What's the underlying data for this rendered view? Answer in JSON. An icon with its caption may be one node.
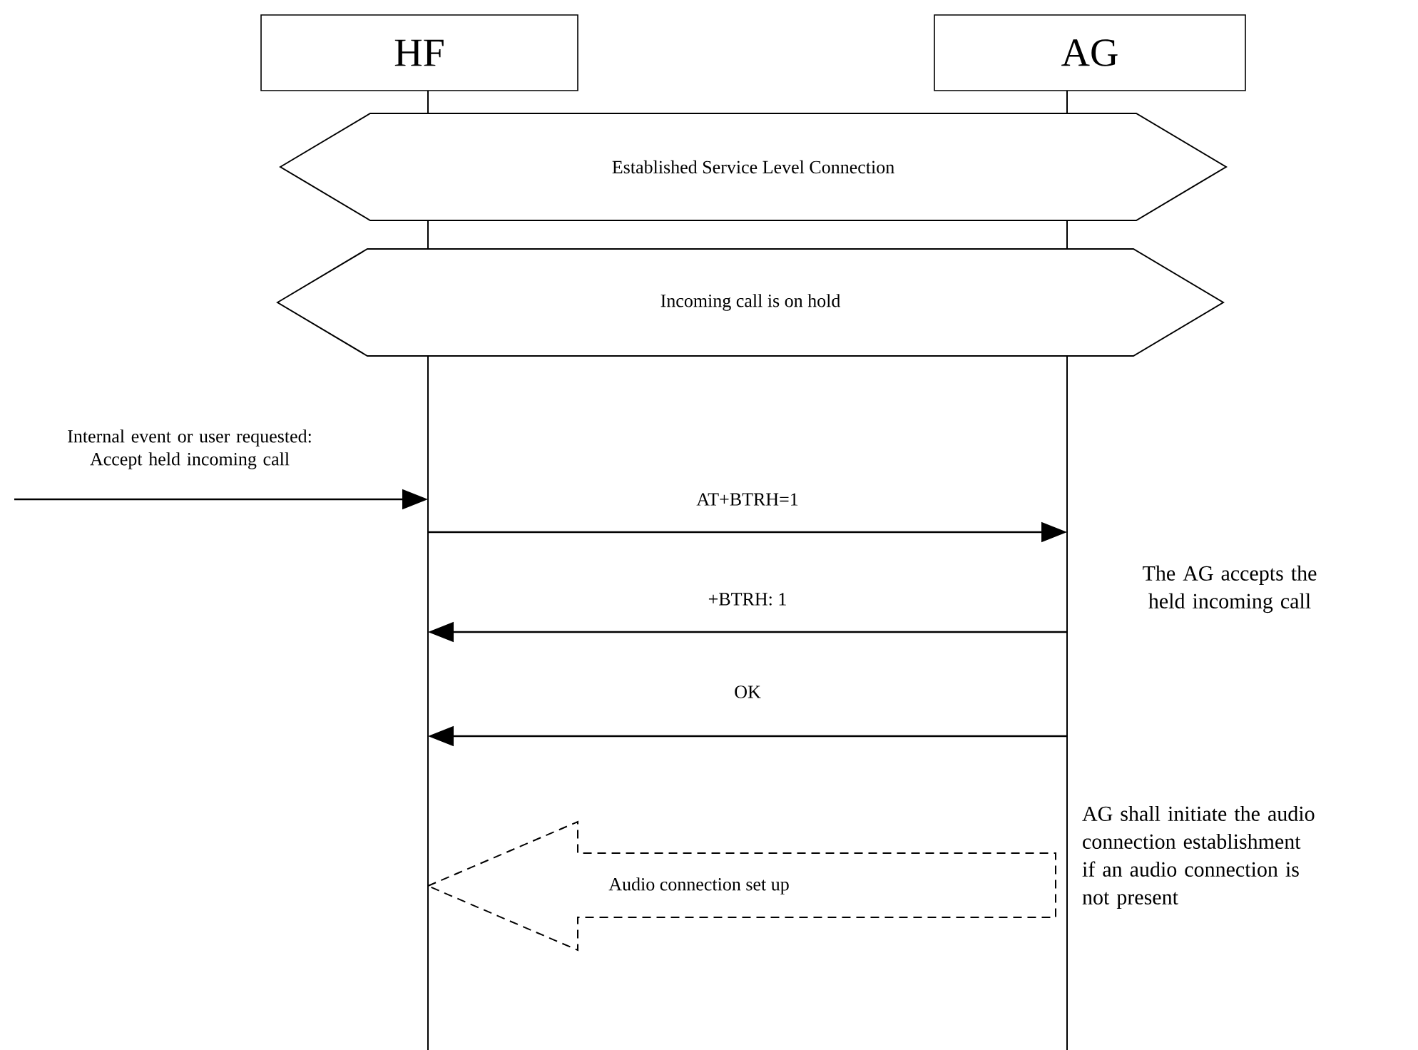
{
  "diagram": {
    "nodes": [
      {
        "text": [
          "HF"
        ]
      },
      {
        "text": [
          "AG"
        ]
      },
      {
        "text": [
          "Established Service Level Connection"
        ]
      },
      {
        "text": [
          "Incoming call is on hold"
        ]
      }
    ],
    "edges": [
      {
        "from": null,
        "to": 0,
        "arrow": "to",
        "label": "Internal event or user requested: Accept held incoming call"
      },
      {
        "from": 0,
        "to": 1,
        "arrow": "to",
        "label": "AT+BTRH=1"
      },
      {
        "from": 1,
        "to": 0,
        "arrow": "to",
        "label": "+BTRH: 1"
      },
      {
        "from": 1,
        "to": 0,
        "arrow": "to",
        "label": "OK"
      },
      {
        "from": 1,
        "to": 0,
        "arrow": "to",
        "label": "Audio connection set up",
        "style": "dashed"
      }
    ],
    "labels": [
      "The AG accepts the held incoming call",
      "AG shall initiate the audio connection establishment if an audio connection is not present"
    ]
  }
}
